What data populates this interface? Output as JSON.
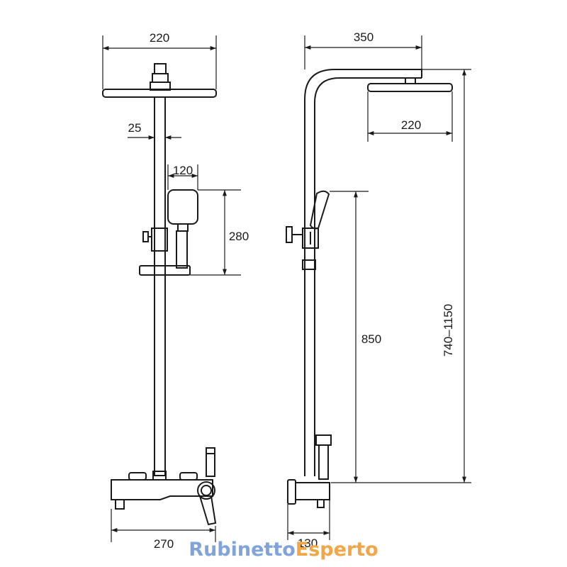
{
  "dimensions": {
    "front_head_width": "220",
    "front_pipe_width": "25",
    "front_handshower_width": "120",
    "front_handshower_height": "280",
    "front_mixer_width": "270",
    "side_arm_reach": "350",
    "side_head_width": "220",
    "side_holder_height": "850",
    "side_total_height": "740–1150",
    "side_mixer_depth": "130"
  },
  "brand": {
    "part1": "Rubinetto",
    "part2": "Esperto"
  },
  "colors": {
    "line": "#1a1a1a",
    "brand_blue": "#7fa3da",
    "brand_orange": "#f2a646"
  }
}
